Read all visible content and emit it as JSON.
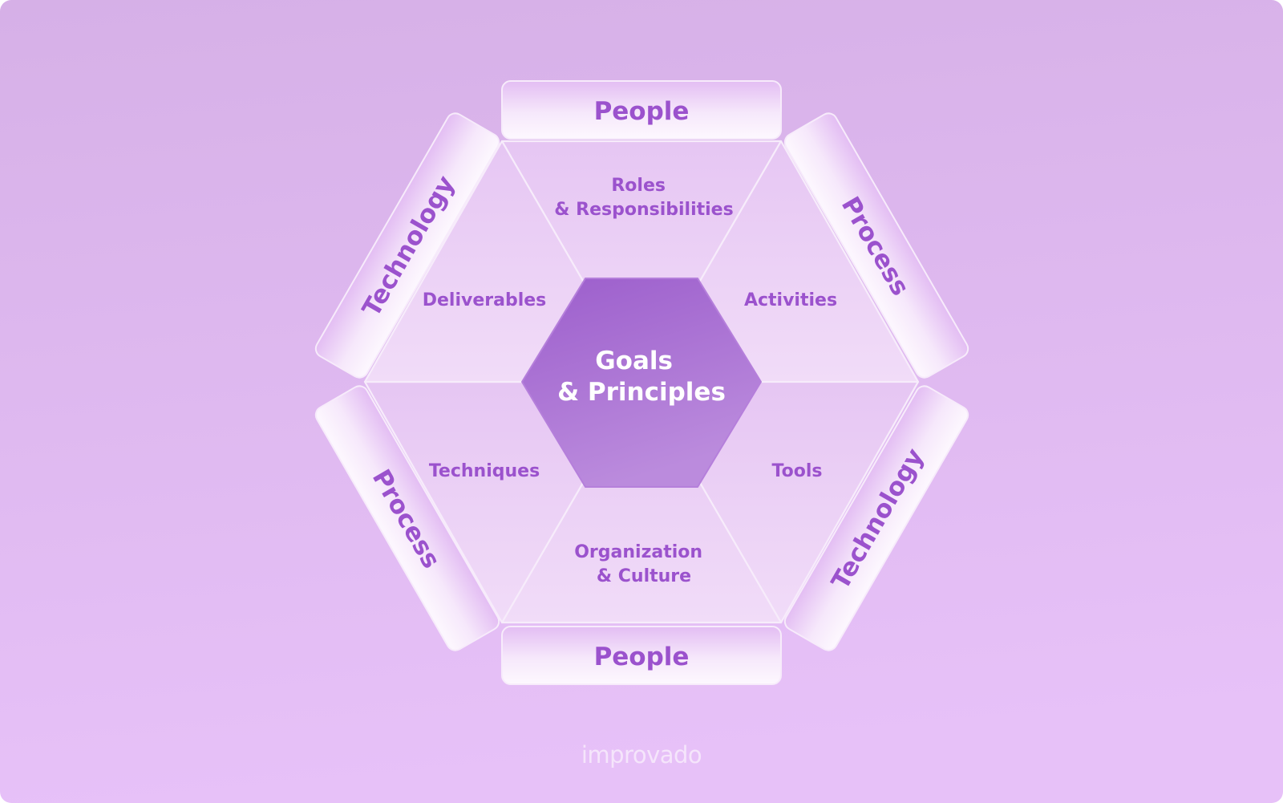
{
  "center": {
    "line1": "Goals",
    "line2": "& Principles"
  },
  "inner_sections": {
    "top": {
      "line1": "Roles",
      "line2": "& Responsibilities"
    },
    "upper_right": "Activities",
    "lower_right": "Tools",
    "bottom": {
      "line1": "Organization",
      "line2": "& Culture"
    },
    "lower_left": "Techniques",
    "upper_left": "Deliverables"
  },
  "outer_bars": {
    "top": "People",
    "upper_right": "Process",
    "lower_right": "Technology",
    "bottom": "People",
    "lower_left": "Process",
    "upper_left": "Technology"
  },
  "brand": {
    "logo_text": "improvado"
  },
  "colors": {
    "background_top": "#d6aee6",
    "background_bottom": "#e8c0f9",
    "accent": "#a064cf",
    "label_purple": "#9b52cd",
    "center_fill_top": "#9f62cd",
    "center_fill_bottom": "#b887db"
  }
}
